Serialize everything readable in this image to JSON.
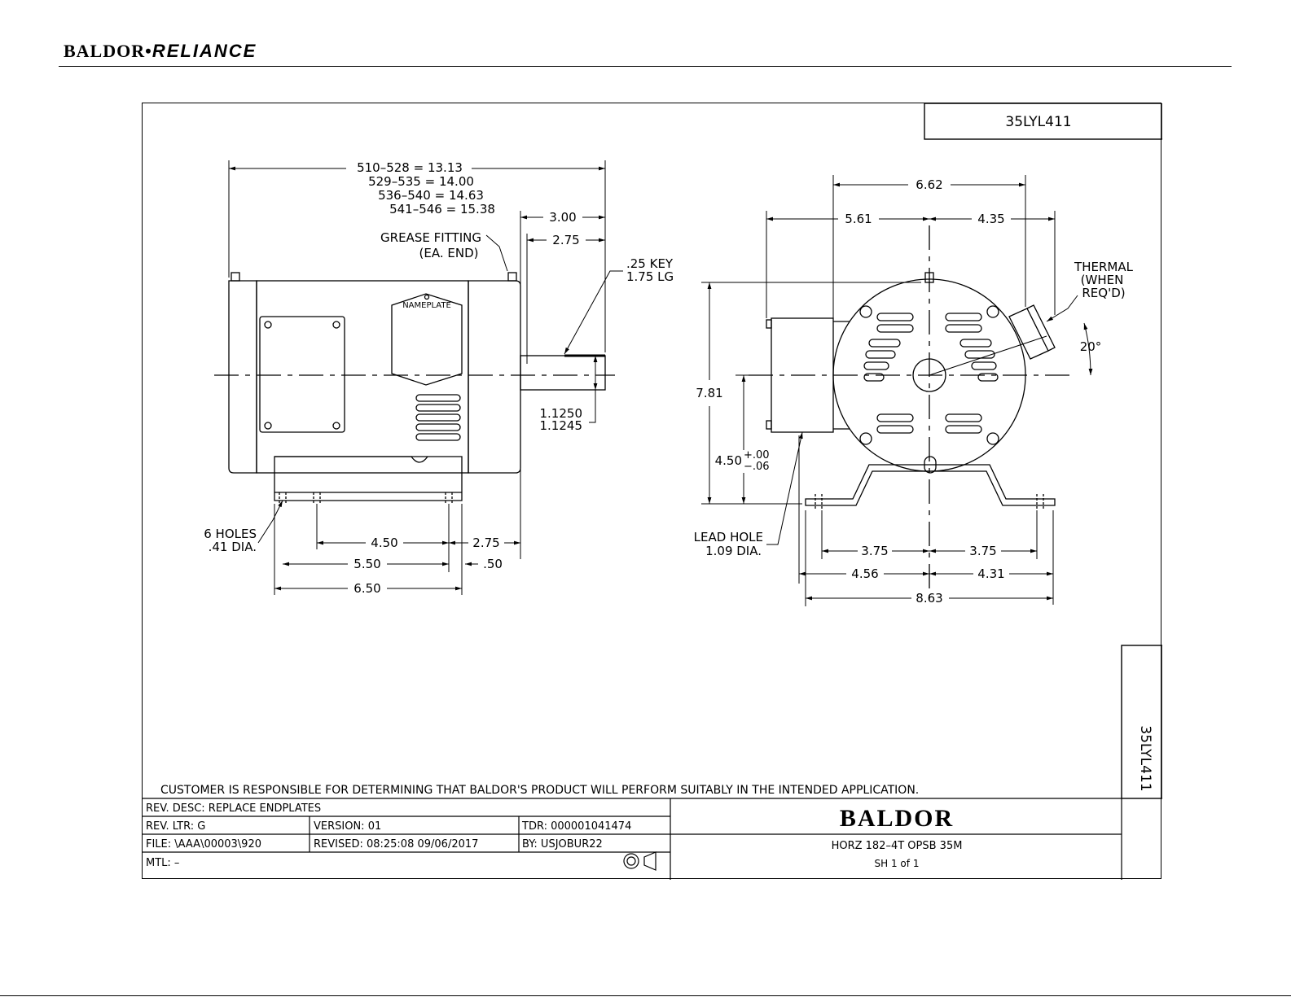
{
  "header": {
    "brand_left": "BALDOR",
    "brand_sep": "•",
    "brand_right": "RELIANCE"
  },
  "drawing_number": "35LYL411",
  "side_view": {
    "length_table": [
      "510–528 = 13.13",
      "529–535 = 14.00",
      "536–540 = 14.63",
      "541–546 = 15.38"
    ],
    "grease_fitting": [
      "GREASE FITTING",
      "(EA. END)"
    ],
    "nameplate": "NAMEPLATE",
    "dim_3_00": "3.00",
    "dim_2_75_top": "2.75",
    "key": [
      ".25 KEY",
      "1.75 LG"
    ],
    "shaft_dia": [
      "1.1250",
      "1.1245"
    ],
    "holes": [
      "6 HOLES",
      ".41 DIA."
    ],
    "dim_4_50": "4.50",
    "dim_2_75_bottom": "2.75",
    "dim_5_50": "5.50",
    "dim_0_50": ".50",
    "dim_6_50": "6.50"
  },
  "end_view": {
    "dim_6_62": "6.62",
    "dim_5_61": "5.61",
    "dim_4_35": "4.35",
    "thermal": [
      "THERMAL",
      "(WHEN",
      "REQ'D)"
    ],
    "angle": "20°",
    "dim_7_81": "7.81",
    "shaft_height": "4.50",
    "tol_plus": "+.00",
    "tol_minus": "−.06",
    "lead_hole": [
      "LEAD HOLE",
      "1.09 DIA."
    ],
    "dim_3_75_left": "3.75",
    "dim_3_75_right": "3.75",
    "dim_4_56": "4.56",
    "dim_4_31": "4.31",
    "dim_8_63": "8.63"
  },
  "disclaimer": "CUSTOMER IS RESPONSIBLE FOR DETERMINING THAT BALDOR'S PRODUCT WILL PERFORM SUITABLY IN THE INTENDED APPLICATION.",
  "title_block": {
    "rev_desc": "REV. DESC:  REPLACE ENDPLATES",
    "rev_ltr": "REV. LTR:  G",
    "version": "VERSION: 01",
    "tdr": "TDR: 000001041474",
    "file": "FILE: \\AAA\\00003\\920",
    "revised": "REVISED: 08:25:08 09/06/2017",
    "by": "BY: USJOBUR22",
    "mtl": "MTL: –",
    "company": "BALDOR",
    "description": "HORZ 182–4T OPSB 35M",
    "sheet": "SH 1 of 1"
  }
}
